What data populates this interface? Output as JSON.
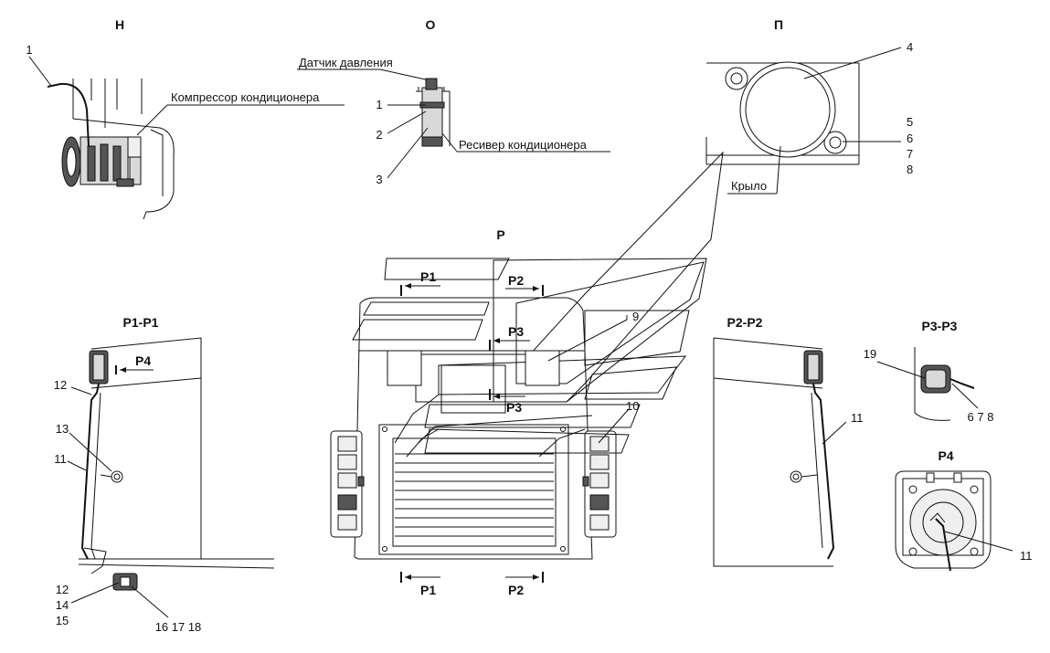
{
  "views": {
    "N": "Н",
    "O": "О",
    "P": "П",
    "R": "Р",
    "R1R1": "Р1-Р1",
    "R2R2": "Р2-Р2",
    "R3R3": "Р3-Р3",
    "R4": "Р4"
  },
  "section_marks": {
    "r1": "Р1",
    "r2": "Р2",
    "r3": "Р3",
    "r4": "Р4"
  },
  "text_labels": {
    "compressor": "Компрессор кондиционера",
    "pressure_sensor": "Датчик давления",
    "receiver": "Ресивер кондиционера",
    "wing": "Крыло"
  },
  "callouts": {
    "n1": "1",
    "o1": "1",
    "o2": "2",
    "o3": "3",
    "p4": "4",
    "p5": "5",
    "p6": "6",
    "p7": "7",
    "p8": "8",
    "r9": "9",
    "r10": "10",
    "a11": "11",
    "a12": "12",
    "a13": "13",
    "a12b": "12",
    "a14": "14",
    "a15": "15",
    "a161718": "16 17 18",
    "b11": "11",
    "c19": "19",
    "c678": "6 7 8",
    "d11": "11"
  }
}
